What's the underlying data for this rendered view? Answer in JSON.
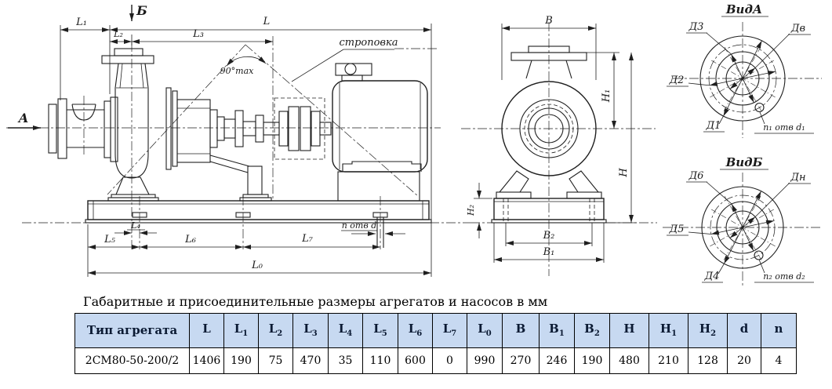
{
  "caption": "Габаритные и присоединительные размеры агрегатов и насосов в мм",
  "table": {
    "col0_header": "Тип агрегата",
    "columns": [
      {
        "base": "L",
        "sub": ""
      },
      {
        "base": "L",
        "sub": "1"
      },
      {
        "base": "L",
        "sub": "2"
      },
      {
        "base": "L",
        "sub": "3"
      },
      {
        "base": "L",
        "sub": "4"
      },
      {
        "base": "L",
        "sub": "5"
      },
      {
        "base": "L",
        "sub": "6"
      },
      {
        "base": "L",
        "sub": "7"
      },
      {
        "base": "L",
        "sub": "0"
      },
      {
        "base": "B",
        "sub": ""
      },
      {
        "base": "B",
        "sub": "1"
      },
      {
        "base": "B",
        "sub": "2"
      },
      {
        "base": "H",
        "sub": ""
      },
      {
        "base": "H",
        "sub": "1"
      },
      {
        "base": "H",
        "sub": "2"
      },
      {
        "base": "d",
        "sub": ""
      },
      {
        "base": "n",
        "sub": ""
      }
    ],
    "row": {
      "type": "2СМ80-50-200/2",
      "values": [
        "1406",
        "190",
        "75",
        "470",
        "35",
        "110",
        "600",
        "0",
        "990",
        "270",
        "246",
        "190",
        "480",
        "210",
        "128",
        "20",
        "4"
      ]
    }
  },
  "side_view": {
    "arrow_a": "А",
    "arrow_b": "Б",
    "sling_label": "строповка",
    "angle_label": "90°max",
    "holes_label": "п отв d",
    "dims": {
      "l": "L",
      "l1": "L₁",
      "l2": "L₂",
      "l3": "L₃",
      "l4": "L₄",
      "l5": "L₅",
      "l6": "L₆",
      "l7": "L₇",
      "l0": "L₀"
    }
  },
  "front_view": {
    "dims": {
      "b": "B",
      "b1": "B₁",
      "b2": "B₂",
      "h": "H",
      "h1": "H₁",
      "h2": "H₂"
    }
  },
  "view_a": {
    "title": "ВидА",
    "labels": {
      "d3": "Д3",
      "dv": "Дв",
      "d2": "Д2",
      "d1": "Д1",
      "holes": "п₁ отв d₁"
    }
  },
  "view_b": {
    "title": "ВидБ",
    "labels": {
      "d6": "Д6",
      "dn": "Дн",
      "d5": "Д5",
      "d4": "Д4",
      "holes": "п₂ отв d₂"
    }
  },
  "colors": {
    "table_header_bg": "#c7d9f1",
    "line": "#1f1f1f"
  }
}
